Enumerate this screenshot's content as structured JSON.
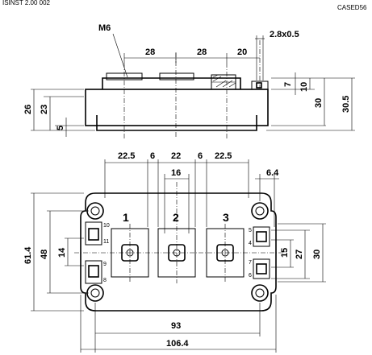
{
  "header": {
    "top_left": "ISINST 2.00 002",
    "case_code": "CASED56"
  },
  "side_view": {
    "thread_label": "M6",
    "dims": {
      "pitch_1": "28",
      "pitch_2": "28",
      "pitch_3": "20",
      "tab": "2.8x0.5",
      "d7": "7",
      "d10": "10",
      "d30": "30",
      "d30_5": "30.5",
      "d26": "26",
      "d23": "23",
      "d5": "5"
    }
  },
  "top_view": {
    "terminals": [
      "1",
      "2",
      "3"
    ],
    "pin_labels": {
      "left_top": "10",
      "left_top_b": "11",
      "left_bottom": "9",
      "left_bottom_b": "8",
      "right_top": "5",
      "right_top_b": "4",
      "right_bottom": "7",
      "right_bottom_b": "6"
    },
    "dims": {
      "w22_5_left": "22.5",
      "gap6_left": "6",
      "w22": "22",
      "gap6_right": "6",
      "w22_5_right": "22.5",
      "w16": "16",
      "w6_4": "6.4",
      "h61_4": "61.4",
      "h48": "48",
      "h14": "14",
      "h15": "15",
      "h27": "27",
      "h30": "30",
      "w93": "93",
      "w106_4": "106.4"
    }
  }
}
